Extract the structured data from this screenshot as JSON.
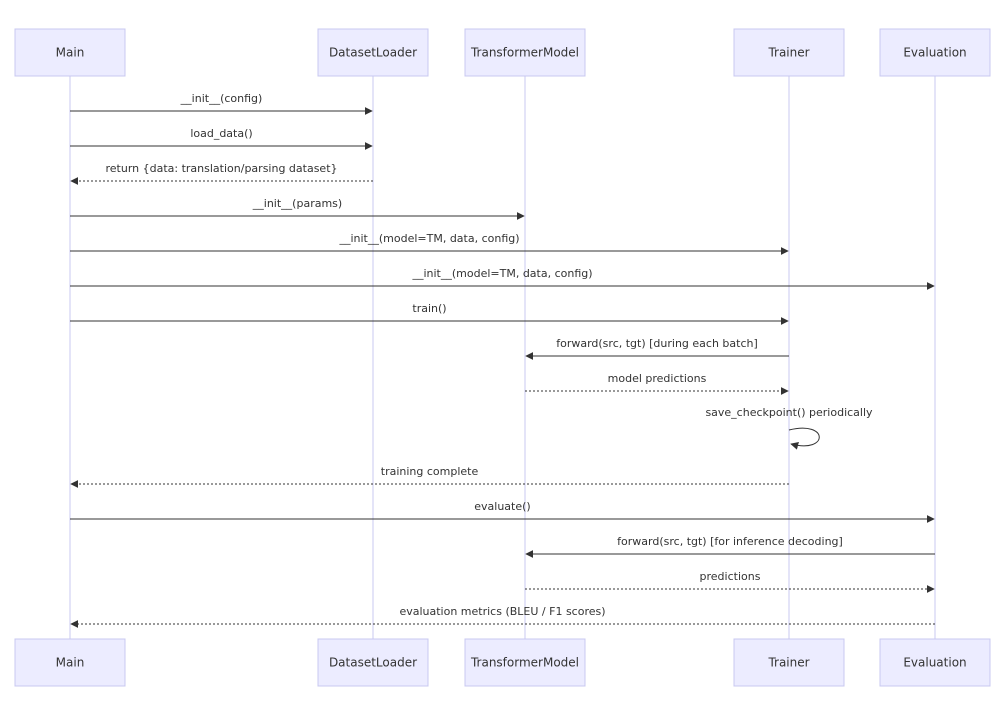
{
  "participants": [
    {
      "id": "main",
      "label": "Main"
    },
    {
      "id": "loader",
      "label": "DatasetLoader"
    },
    {
      "id": "model",
      "label": "TransformerModel"
    },
    {
      "id": "trainer",
      "label": "Trainer"
    },
    {
      "id": "eval",
      "label": "Evaluation"
    }
  ],
  "messages": [
    {
      "from": "main",
      "to": "loader",
      "label": "__init__(config)",
      "style": "solid"
    },
    {
      "from": "main",
      "to": "loader",
      "label": "load_data()",
      "style": "solid"
    },
    {
      "from": "loader",
      "to": "main",
      "label": "return {data: translation/parsing dataset}",
      "style": "dotted"
    },
    {
      "from": "main",
      "to": "model",
      "label": "__init__(params)",
      "style": "solid"
    },
    {
      "from": "main",
      "to": "trainer",
      "label": "__init__(model=TM, data, config)",
      "style": "solid"
    },
    {
      "from": "main",
      "to": "eval",
      "label": "__init__(model=TM, data, config)",
      "style": "solid"
    },
    {
      "from": "main",
      "to": "trainer",
      "label": "train()",
      "style": "solid"
    },
    {
      "from": "trainer",
      "to": "model",
      "label": "forward(src, tgt) [during each batch]",
      "style": "solid"
    },
    {
      "from": "model",
      "to": "trainer",
      "label": "model predictions",
      "style": "dotted"
    },
    {
      "from": "trainer",
      "to": "trainer",
      "label": "save_checkpoint() periodically",
      "style": "solid"
    },
    {
      "from": "trainer",
      "to": "main",
      "label": "training complete",
      "style": "dotted"
    },
    {
      "from": "main",
      "to": "eval",
      "label": "evaluate()",
      "style": "solid"
    },
    {
      "from": "eval",
      "to": "model",
      "label": "forward(src, tgt) [for inference decoding]",
      "style": "solid"
    },
    {
      "from": "model",
      "to": "eval",
      "label": "predictions",
      "style": "dotted"
    },
    {
      "from": "eval",
      "to": "main",
      "label": "evaluation metrics (BLEU / F1 scores)",
      "style": "dotted"
    }
  ]
}
